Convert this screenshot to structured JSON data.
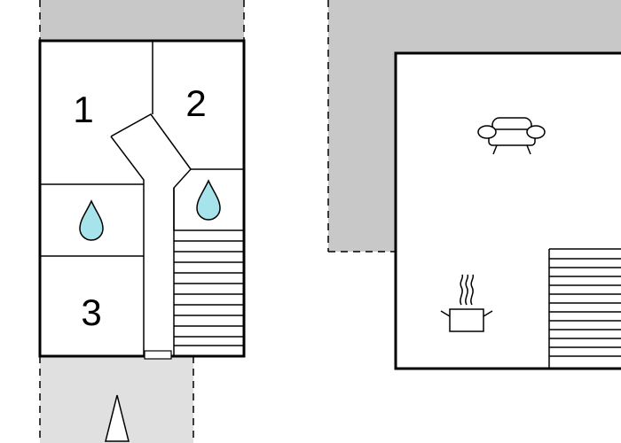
{
  "colors": {
    "wall": "#000000",
    "outdoor_fill": "#c8c8c8",
    "terrace_fill": "#e0e0e0",
    "water_drop": "#a6e3ea",
    "background": "#ffffff"
  },
  "floor_plan": {
    "left_unit": {
      "rooms": [
        {
          "id": "bedroom-1",
          "label": "1"
        },
        {
          "id": "bedroom-2",
          "label": "2"
        },
        {
          "id": "bedroom-3",
          "label": "3"
        }
      ],
      "bathrooms": [
        {
          "id": "bathroom-left",
          "icon": "water-drop-icon"
        },
        {
          "id": "bathroom-right",
          "icon": "water-drop-icon"
        }
      ],
      "stairs": {
        "icon": "stairs-icon"
      },
      "entrance": {
        "icon": "entrance-arrow-icon"
      }
    },
    "right_unit": {
      "furniture": [
        {
          "id": "living-area",
          "icon": "sofa-icon"
        },
        {
          "id": "kitchen",
          "icon": "cooking-pot-icon"
        }
      ],
      "stairs": {
        "icon": "stairs-icon"
      }
    }
  }
}
